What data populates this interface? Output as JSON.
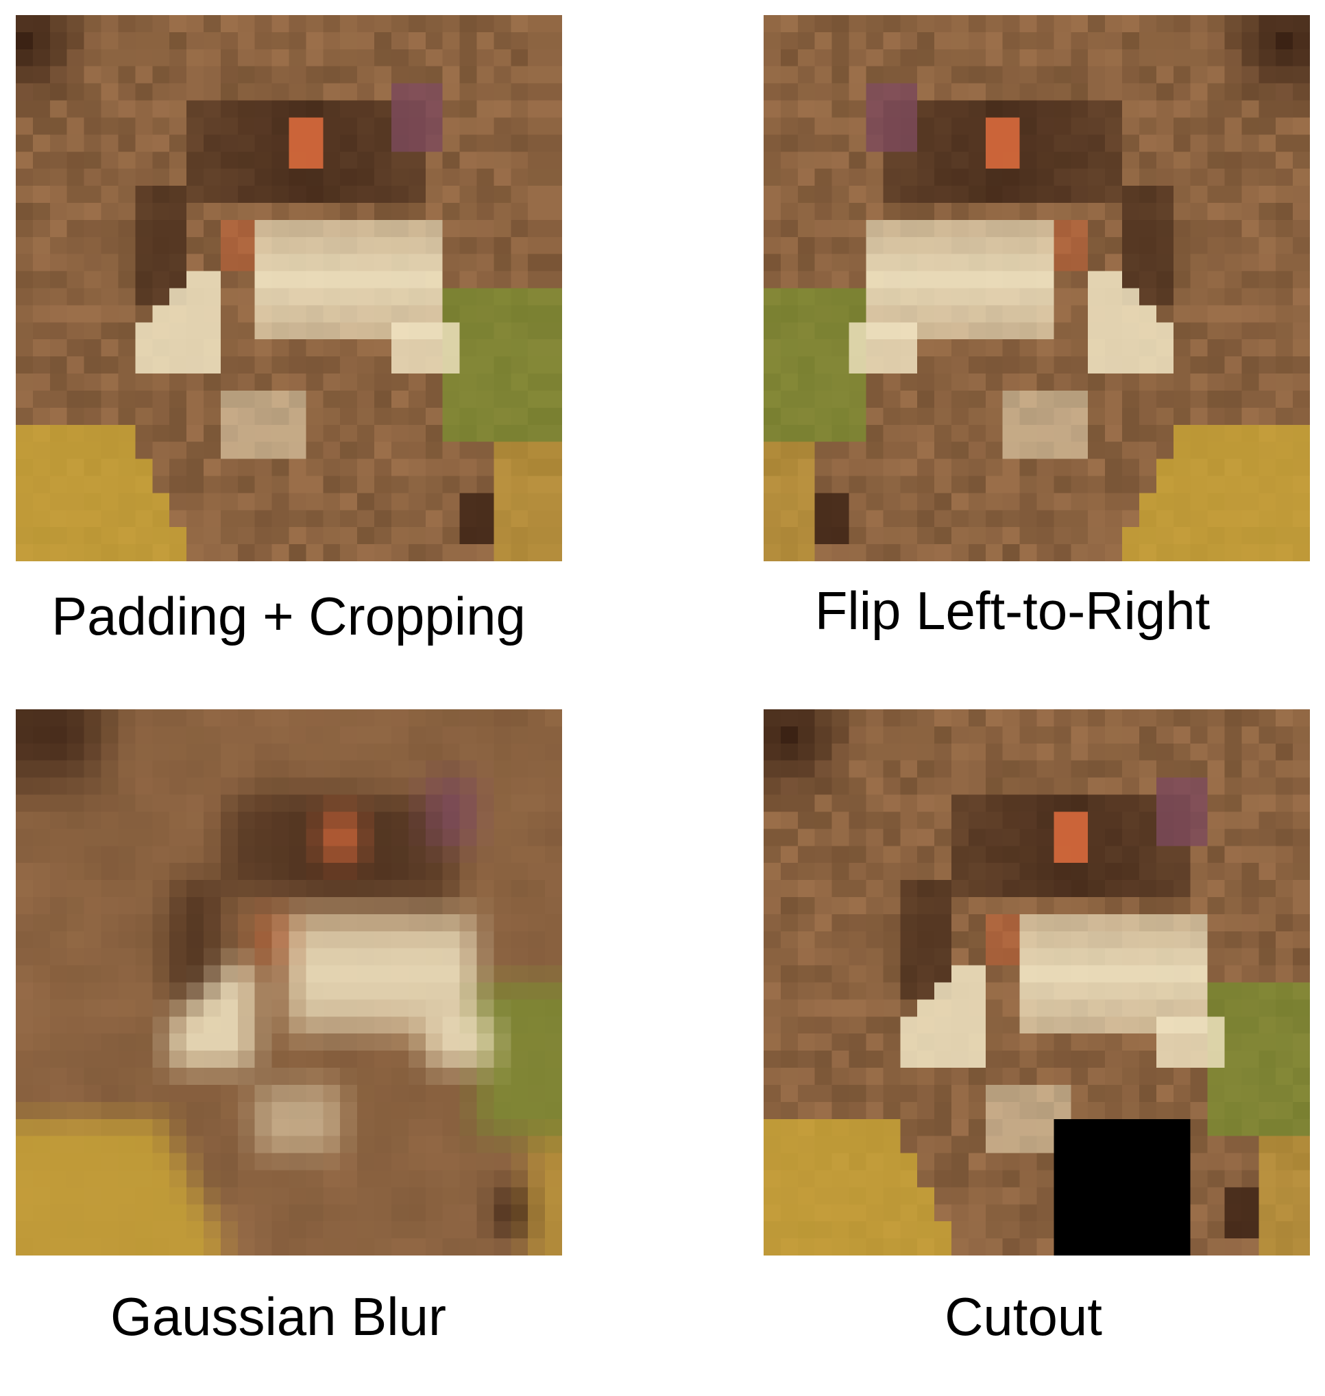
{
  "panels": [
    {
      "caption": "Padding + Cropping",
      "transform": "pad-crop"
    },
    {
      "caption": "Flip Left-to-Right",
      "transform": "flip"
    },
    {
      "caption": "Gaussian Blur",
      "transform": "blur"
    },
    {
      "caption": "Cutout",
      "transform": "cutout"
    }
  ],
  "colors": {
    "background": "#ffffff",
    "caption_text": "#000000",
    "ground_brown": "#8a6240",
    "frog_dark": "#3b2214",
    "frog_light": "#f2e6c4",
    "frog_nose": "#d96a3c",
    "frog_eye": "#7d4a5c",
    "moss_green": "#79962e",
    "leaf_yellow": "#d2ad36",
    "cutout_black": "#000000"
  }
}
